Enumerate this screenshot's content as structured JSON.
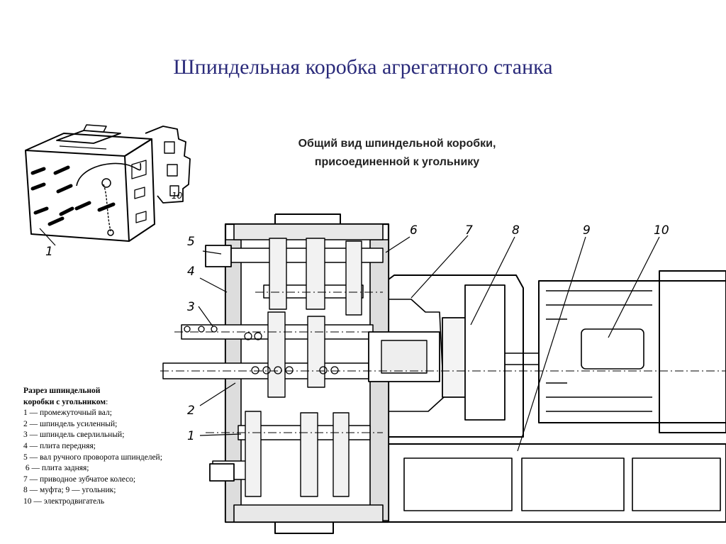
{
  "slide": {
    "title": "Шпиндельная коробка агрегатного станка",
    "subtitle_line1": "Общий вид шпиндельной коробки,",
    "subtitle_line2": "присоединенной к угольнику"
  },
  "legend": {
    "heading_line1": "Разрез шпиндельной",
    "heading_line2": "коробки с угольником",
    "heading_colon": ":",
    "items": [
      "1 — промежуточный вал;",
      "2 — шпиндель усиленный;",
      "3 — шпиндель сверлильный;",
      "4 — плита передняя;",
      "5 — вал ручного проворота шпинделей;",
      " 6 — плита задняя;",
      "7 — приводное зубчатое колесо;",
      "8 — муфта; 9 — угольник;",
      "10 — электродвигатель"
    ]
  },
  "callouts": {
    "general_view": "1",
    "n1": "1",
    "n2": "2",
    "n3": "3",
    "n4": "4",
    "n5": "5",
    "n6": "6",
    "n7": "7",
    "n8": "8",
    "n9": "9",
    "n10": "10"
  },
  "icons": {
    "general_view": "spindle-box-general-view-drawing",
    "section": "spindle-box-section-drawing"
  }
}
